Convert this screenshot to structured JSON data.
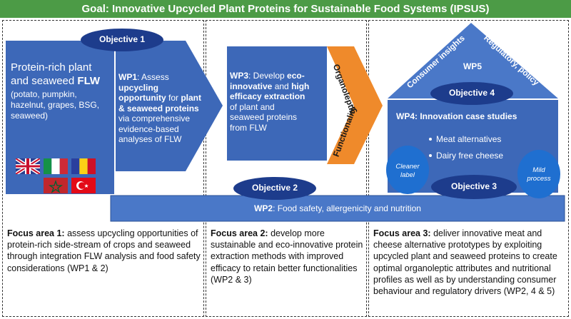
{
  "title": "Goal: Innovative Upcycled Plant Proteins for Sustainable Food Systems (IPSUS)",
  "colors": {
    "green": "#4c9b46",
    "blue_light": "#4a78c8",
    "blue_mid": "#3d68b8",
    "blue_dark": "#1d3c8c",
    "orange": "#ef8a2b"
  },
  "objectives": {
    "obj1": "Objective 1",
    "obj2": "Objective 2",
    "obj3": "Objective 3",
    "obj4": "Objective 4"
  },
  "flw": {
    "line1": "Protein-rich plant",
    "line2a": "and seaweed ",
    "line2b": "FLW",
    "items": [
      "(potato, pumpkin,",
      "hazelnut, grapes, BSG,",
      "seaweed)"
    ],
    "flags": [
      "uk-flag",
      "italy-flag",
      "romania-flag",
      "morocco-flag",
      "turkey-flag"
    ]
  },
  "wp1": {
    "label": "WP1",
    "t1": ": Assess",
    "t2": "upcycling",
    "t3": "opportunity",
    "t4": " for ",
    "t5": "plant",
    "t6": "& seaweed proteins",
    "t7": "via comprehensive",
    "t8": "evidence-based",
    "t9": "analyses of FLW"
  },
  "wp3": {
    "label": "WP3",
    "t1": ": Develop ",
    "t2": "eco-",
    "t3": "innovative",
    "t4": " and ",
    "t5": "high",
    "t6": "efficacy extraction",
    "t7": "of plant and",
    "t8": "seaweed proteins",
    "t9": "from FLW"
  },
  "arrow_labels": {
    "organoleptic": "Organoleptic",
    "functionality": "Functionality"
  },
  "wp5": {
    "label": "WP5",
    "consumer": "Consumer insights",
    "regulatory": "Regulatory, policy"
  },
  "wp4": {
    "title": "WP4: Innovation case studies",
    "bullets": [
      "Meat alternatives",
      "Dairy free cheese"
    ],
    "cleaner": [
      "Cleaner",
      "label"
    ],
    "mild": [
      "Mild",
      "process"
    ]
  },
  "wp2": {
    "label": "WP2",
    "text": ": Food safety, allergenicity and nutrition"
  },
  "focus": [
    {
      "head": "Focus area 1:",
      "body": " assess upcycling opportunities of protein-rich side-stream of crops and seaweed through integration FLW analysis and food safety considerations (WP1 & 2)"
    },
    {
      "head": "Focus area 2:",
      "body": " develop more sustainable and eco-innovative protein extraction methods with improved efficacy to retain better functionalities (WP2 & 3)"
    },
    {
      "head": "Focus area 3:",
      "body": " deliver innovative meat and cheese alternative prototypes by exploiting upcycled plant and seaweed proteins to create optimal organoleptic attributes and nutritional profiles as well as by understanding consumer behaviour and regulatory drivers (WP2, 4 & 5)"
    }
  ]
}
